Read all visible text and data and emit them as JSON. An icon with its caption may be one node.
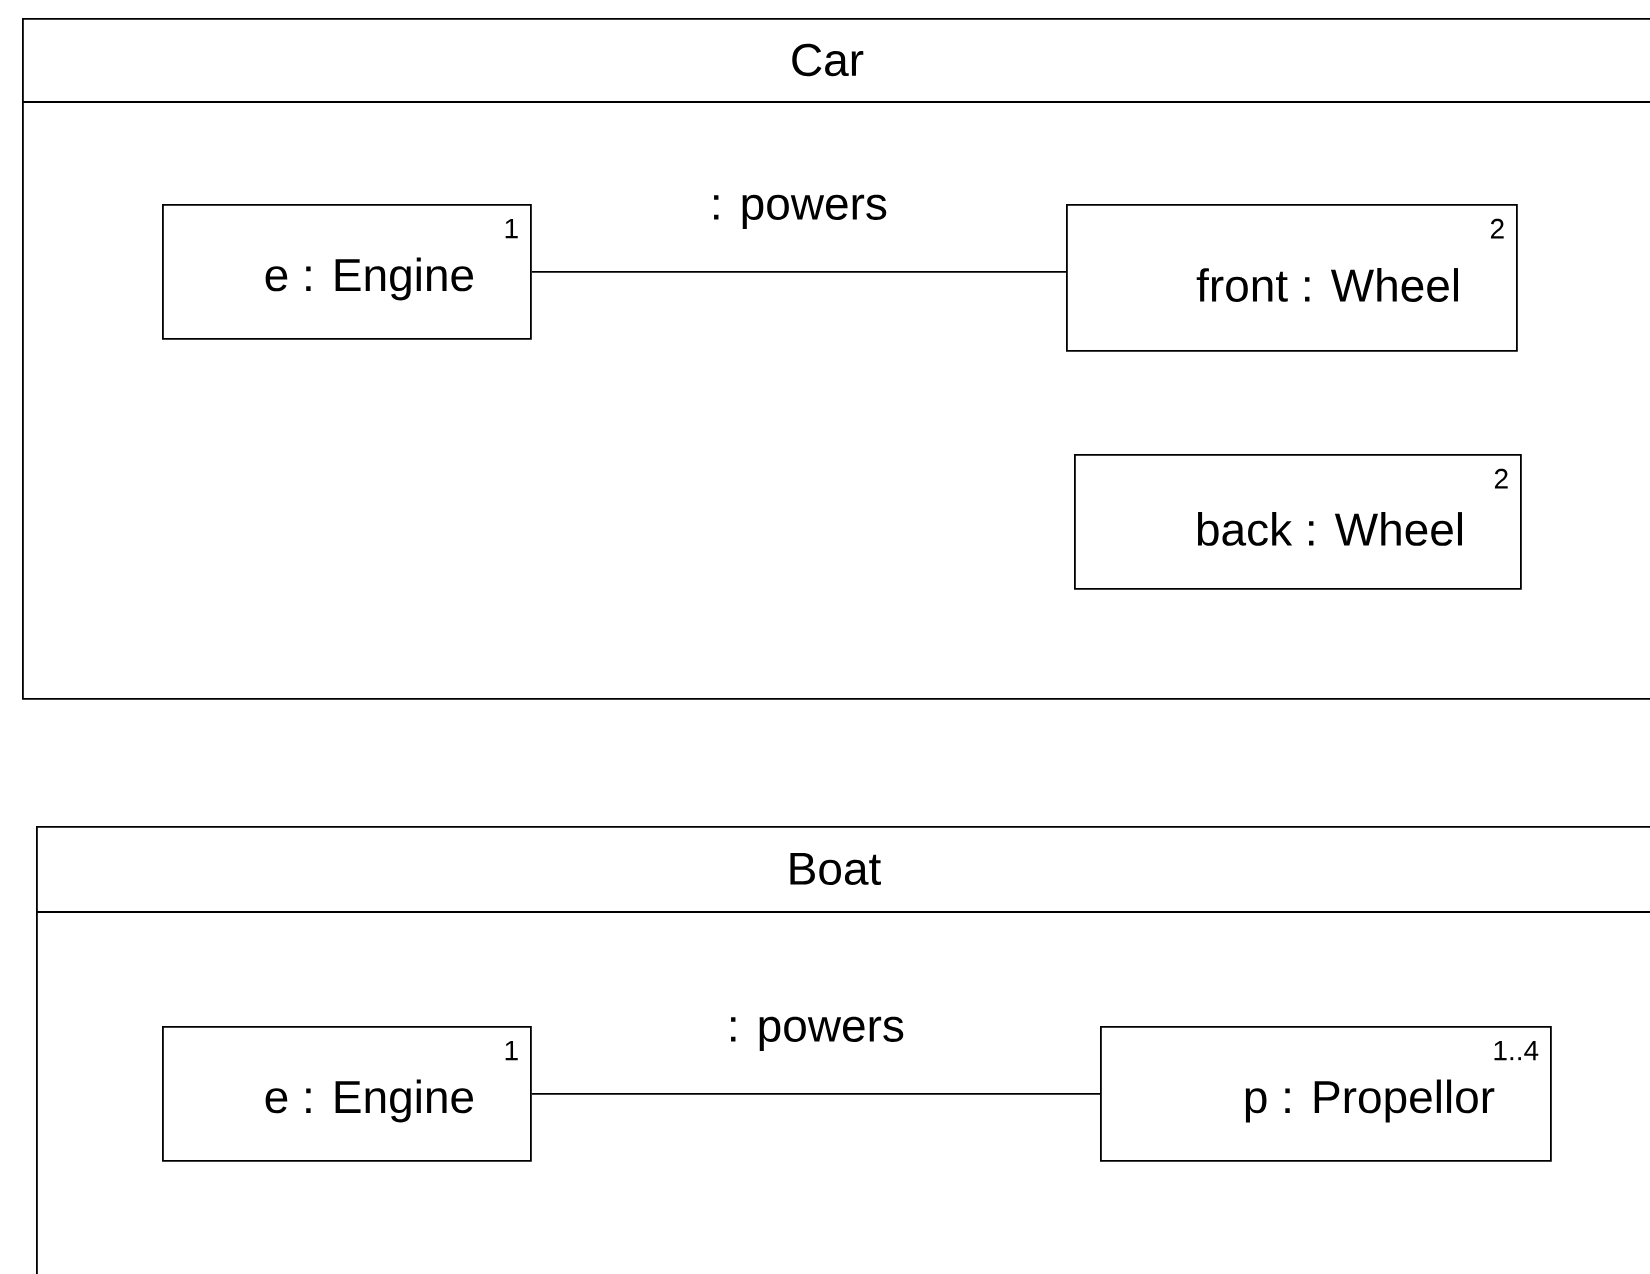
{
  "diagram": {
    "nodes": [
      {
        "text": [
          "Car"
        ]
      },
      {
        "text": [
          "1",
          "e : Engine"
        ],
        "in": 0
      },
      {
        "text": [
          "2",
          "front : Wheel"
        ],
        "in": 0
      },
      {
        "text": [
          "2",
          "back : Wheel"
        ],
        "in": 0
      },
      {
        "text": [
          "Boat"
        ]
      },
      {
        "text": [
          "1",
          "e : Engine"
        ],
        "in": 4
      },
      {
        "text": [
          "1..4",
          "p : Propellor"
        ],
        "in": 4
      }
    ],
    "edges": [
      {
        "from": 1,
        "to": 2,
        "arrow": "none",
        "label": ": powers"
      },
      {
        "from": 5,
        "to": 6,
        "arrow": "none",
        "label": ": powers"
      }
    ]
  }
}
